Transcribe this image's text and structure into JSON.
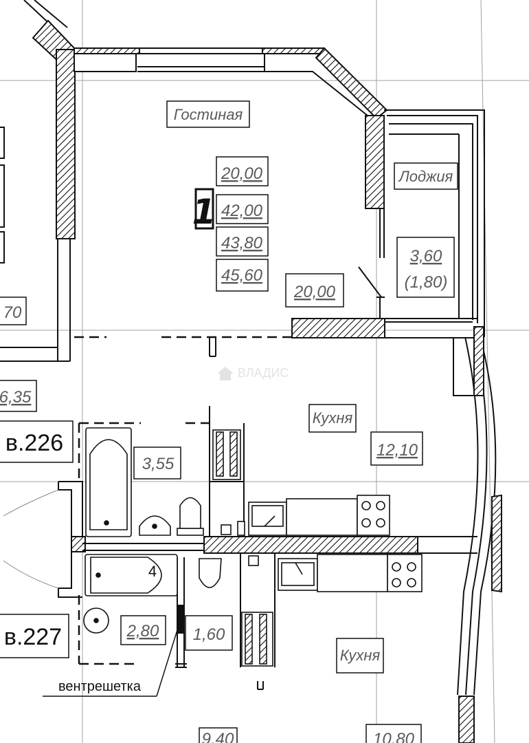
{
  "rooms": {
    "living_room": "Гостиная",
    "loggia": "Лоджия",
    "kitchen": "Кухня",
    "kitchen_lower": "Кухня"
  },
  "apartment": {
    "number": "1",
    "area_living": "20,00",
    "area_total_1": "42,00",
    "area_total_2": "43,80",
    "area_total_3": "45,60"
  },
  "areas": {
    "living_room": "20,00",
    "loggia": "3,60",
    "loggia_reduced": "(1,80)",
    "kitchen": "12,10",
    "bathroom": "3,55",
    "bathroom_4": "2,80",
    "wc": "1,60",
    "left_cut_1": "70",
    "left_cut_2": "6,35",
    "bottom_1": "9,40",
    "bottom_2": "10,80"
  },
  "neighbors": {
    "apt_226": "в.226",
    "apt_227": "в.227"
  },
  "markers": {
    "bath_index": "4"
  },
  "annotations": {
    "vent_grille": "вентрешетка"
  },
  "watermark": "ВЛАДИС",
  "colors": {
    "line": "#111111",
    "label": "#5a5a5a",
    "grid": "#9a9a9a"
  }
}
